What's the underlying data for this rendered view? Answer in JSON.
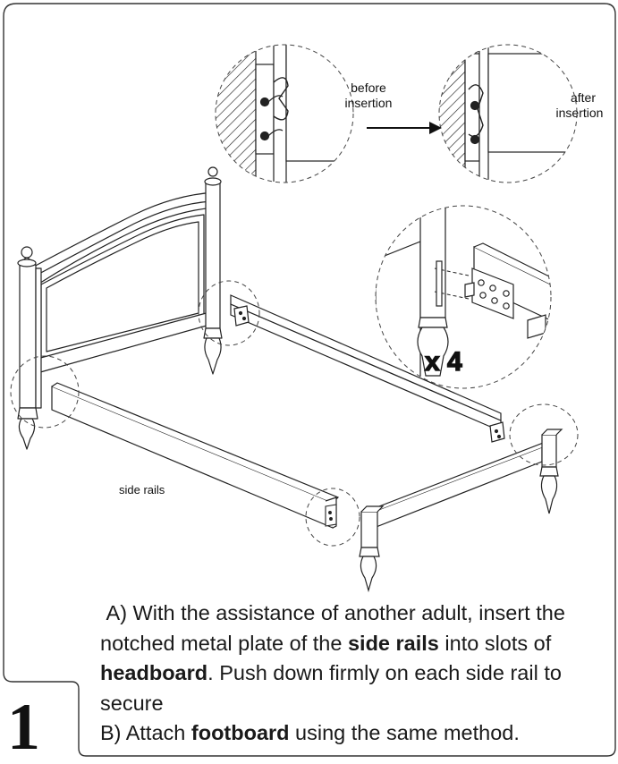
{
  "step": "1",
  "callouts": {
    "before": [
      "before",
      "insertion"
    ],
    "after": [
      "after",
      "insertion"
    ],
    "quantity": "x 4"
  },
  "labels": {
    "side_rails": "side rails"
  },
  "instructions": {
    "a_prefix": "A) With the assistance of another adult, insert the notched metal plate of the ",
    "a_bold1": "side rails",
    "a_mid": " into slots of ",
    "a_bold2": "headboard",
    "a_suffix": ". Push down firmly on each side rail to secure",
    "b_prefix": "B) Attach ",
    "b_bold": "footboard",
    "b_suffix": " using the same method."
  }
}
